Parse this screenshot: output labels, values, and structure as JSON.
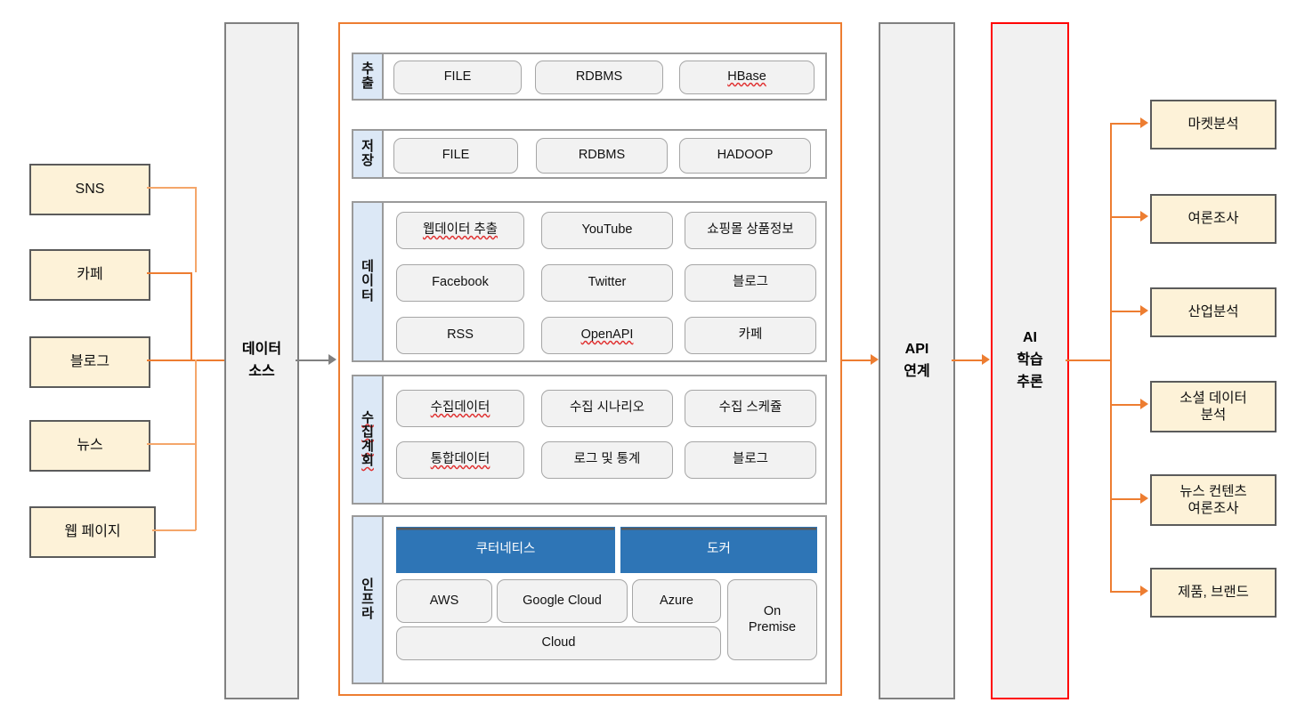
{
  "diagram": {
    "title": "Data Collection & AI Analysis Architecture",
    "colors": {
      "source_fill": "#FDF2D8",
      "source_border": "#5B5B5B",
      "pillar_fill": "#F1F1F1",
      "pillar_border": "#808080",
      "panel_border": "#ED7D31",
      "ai_border": "#FF0000",
      "label_fill": "#DCE8F6",
      "chip_fill": "#F2F2F2",
      "chip_border": "#A6A6A6",
      "accent_blue": "#2E75B6",
      "connector": "#ED7D31"
    }
  },
  "sources": {
    "items": [
      {
        "label": "SNS"
      },
      {
        "label": "카페"
      },
      {
        "label": "블로그"
      },
      {
        "label": "뉴스"
      },
      {
        "label": "웹 페이지"
      }
    ]
  },
  "pillars": {
    "data_source": {
      "line1": "데이터",
      "line2": "소스"
    },
    "api": {
      "line1": "API",
      "line2": "연계"
    },
    "ai": {
      "line1": "AI",
      "line2": "학습",
      "line3": "추론"
    }
  },
  "platform": {
    "sections": [
      {
        "id": "extract",
        "label_chars": [
          "추",
          "출"
        ],
        "rows": [
          [
            {
              "label": "FILE",
              "spell": false
            },
            {
              "label": "RDBMS",
              "spell": false
            },
            {
              "label": "HBase",
              "spell": true
            }
          ]
        ]
      },
      {
        "id": "storage",
        "label_chars": [
          "저",
          "장"
        ],
        "rows": [
          [
            {
              "label": "FILE",
              "spell": false
            },
            {
              "label": "RDBMS",
              "spell": false
            },
            {
              "label": "HADOOP",
              "spell": false
            }
          ]
        ]
      },
      {
        "id": "data",
        "label_chars": [
          "데",
          "이",
          "터"
        ],
        "rows": [
          [
            {
              "label": "웹데이터 추출",
              "spell": true
            },
            {
              "label": "YouTube",
              "spell": false
            },
            {
              "label": "쇼핑몰 상품정보",
              "spell": false
            }
          ],
          [
            {
              "label": "Facebook",
              "spell": false
            },
            {
              "label": "Twitter",
              "spell": false
            },
            {
              "label": "블로그",
              "spell": false
            }
          ],
          [
            {
              "label": "RSS",
              "spell": false
            },
            {
              "label": "OpenAPI",
              "spell": true
            },
            {
              "label": "카페",
              "spell": false
            }
          ]
        ]
      },
      {
        "id": "collection-plan",
        "label_chars": [
          "수",
          "집",
          "계",
          "회"
        ],
        "label_spell": true,
        "rows": [
          [
            {
              "label": "수집데이터",
              "spell": true
            },
            {
              "label": "수집 시나리오",
              "spell": false
            },
            {
              "label": "수집 스케쥴",
              "spell": false
            }
          ],
          [
            {
              "label": "통합데이터",
              "spell": true
            },
            {
              "label": "로그 및 통계",
              "spell": false
            },
            {
              "label": "블로그",
              "spell": false
            }
          ]
        ]
      },
      {
        "id": "infra",
        "label_chars": [
          "인",
          "프",
          "라"
        ],
        "containers": [
          {
            "label": "쿠터네티스",
            "style": "blue"
          },
          {
            "label": "도커",
            "style": "blue"
          }
        ],
        "clouds": [
          {
            "label": "AWS"
          },
          {
            "label": "Google Cloud"
          },
          {
            "label": "Azure"
          }
        ],
        "cloud_bar": {
          "label": "Cloud"
        },
        "on_premise": {
          "line1": "On",
          "line2": "Premise"
        }
      }
    ]
  },
  "outputs": {
    "items": [
      {
        "line1": "마켓분석",
        "line2": ""
      },
      {
        "line1": "여론조사",
        "line2": ""
      },
      {
        "line1": "산업분석",
        "line2": ""
      },
      {
        "line1": "소셜 데이터",
        "line2": "분석"
      },
      {
        "line1": "뉴스 컨텐츠",
        "line2": "여론조사"
      },
      {
        "line1": "제품, 브랜드",
        "line2": ""
      }
    ]
  }
}
